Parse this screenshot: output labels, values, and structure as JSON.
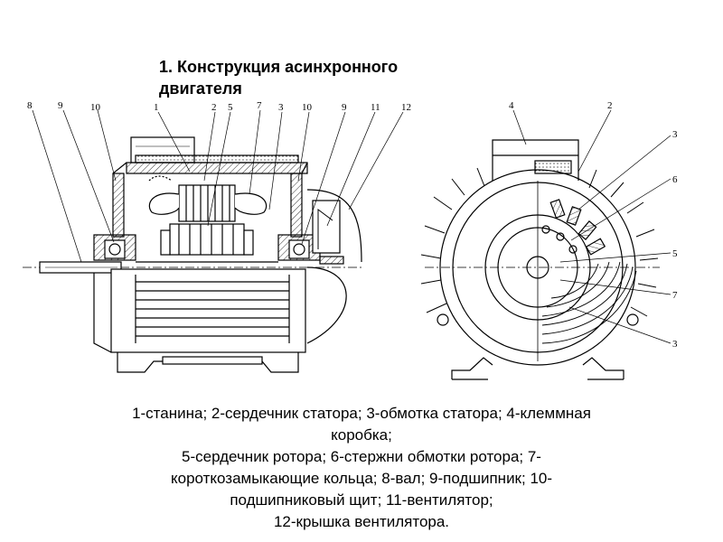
{
  "title": {
    "line1": "1. Конструкция асинхронного",
    "line2": "двигателя"
  },
  "callouts": {
    "left": [
      "8",
      "9",
      "10",
      "1",
      "2",
      "5",
      "7",
      "3",
      "10",
      "9",
      "11",
      "12"
    ],
    "right": [
      "4",
      "2",
      "3",
      "6",
      "5",
      "7",
      "3"
    ]
  },
  "caption": {
    "line1": "1-станина; 2-сердечник статора; 3-обмотка статора; 4-клеммная",
    "line2": "коробка;",
    "line3": "5-сердечник ротора; 6-стержни обмотки ротора; 7-",
    "line4": "короткозамыкающие кольца; 8-вал; 9-подшипник; 10-",
    "line5": "подшипниковый щит; 11-вентилятор;",
    "line6": "12-крышка вентилятора."
  }
}
